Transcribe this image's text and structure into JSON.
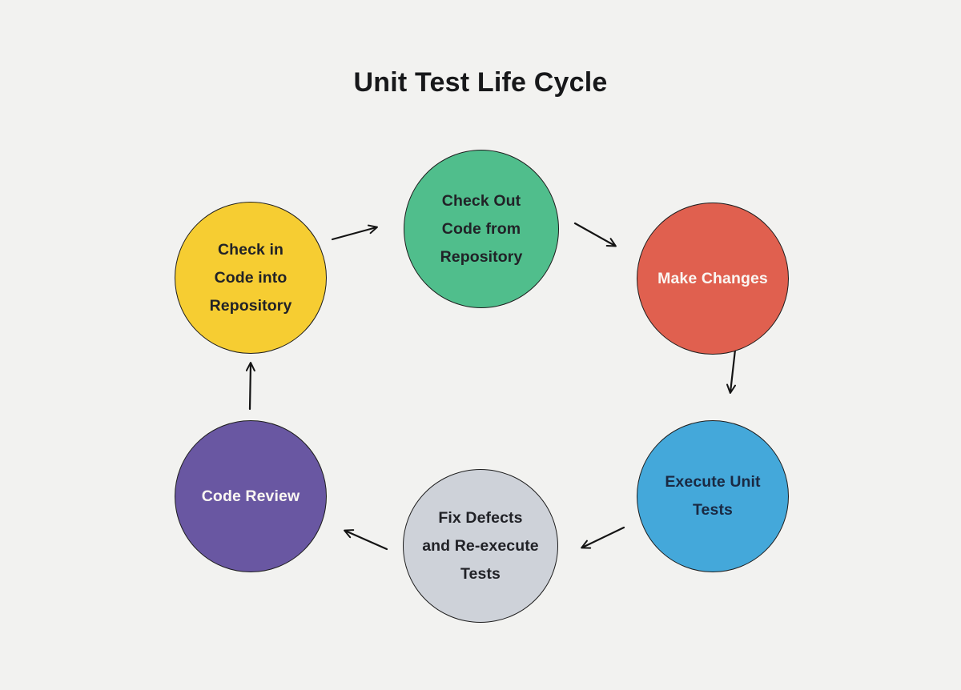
{
  "title": "Unit Test Life Cycle",
  "palette": {
    "background": "#F2F2F0",
    "node_border": "#1E1E1E",
    "arrow": "#141414",
    "title_color": "#17181A",
    "green": "#50BE8C",
    "coral": "#E0604F",
    "blue": "#44A8DA",
    "gray": "#CED2D9",
    "purple": "#6957A2",
    "yellow": "#F6CD32",
    "dark_text": "#212227",
    "light_text": "#FAF6F2",
    "navy_text": "#1A2942"
  },
  "nodes": [
    {
      "id": "check-out-code",
      "fill": "#50BE8C",
      "text_color": "#212227",
      "lines": [
        "Check Out",
        "Code from",
        "Repository"
      ]
    },
    {
      "id": "make-changes",
      "fill": "#E0604F",
      "text_color": "#FAF6F2",
      "lines": [
        "Make Changes"
      ]
    },
    {
      "id": "execute-unit-tests",
      "fill": "#44A8DA",
      "text_color": "#1A2942",
      "lines": [
        "Execute Unit",
        "Tests"
      ]
    },
    {
      "id": "fix-defects",
      "fill": "#CED2D9",
      "text_color": "#212227",
      "lines": [
        "Fix Defects",
        "and Re-execute",
        "Tests"
      ]
    },
    {
      "id": "code-review",
      "fill": "#6957A2",
      "text_color": "#FAF6F2",
      "lines": [
        "Code Review"
      ]
    },
    {
      "id": "check-in-code",
      "fill": "#F6CD32",
      "text_color": "#212227",
      "lines": [
        "Check in",
        "Code into",
        "Repository"
      ]
    }
  ],
  "arrows": [
    {
      "from": "check-in-code",
      "to": "check-out-code"
    },
    {
      "from": "check-out-code",
      "to": "make-changes"
    },
    {
      "from": "make-changes",
      "to": "execute-unit-tests"
    },
    {
      "from": "execute-unit-tests",
      "to": "fix-defects"
    },
    {
      "from": "fix-defects",
      "to": "code-review"
    },
    {
      "from": "code-review",
      "to": "check-in-code"
    }
  ]
}
